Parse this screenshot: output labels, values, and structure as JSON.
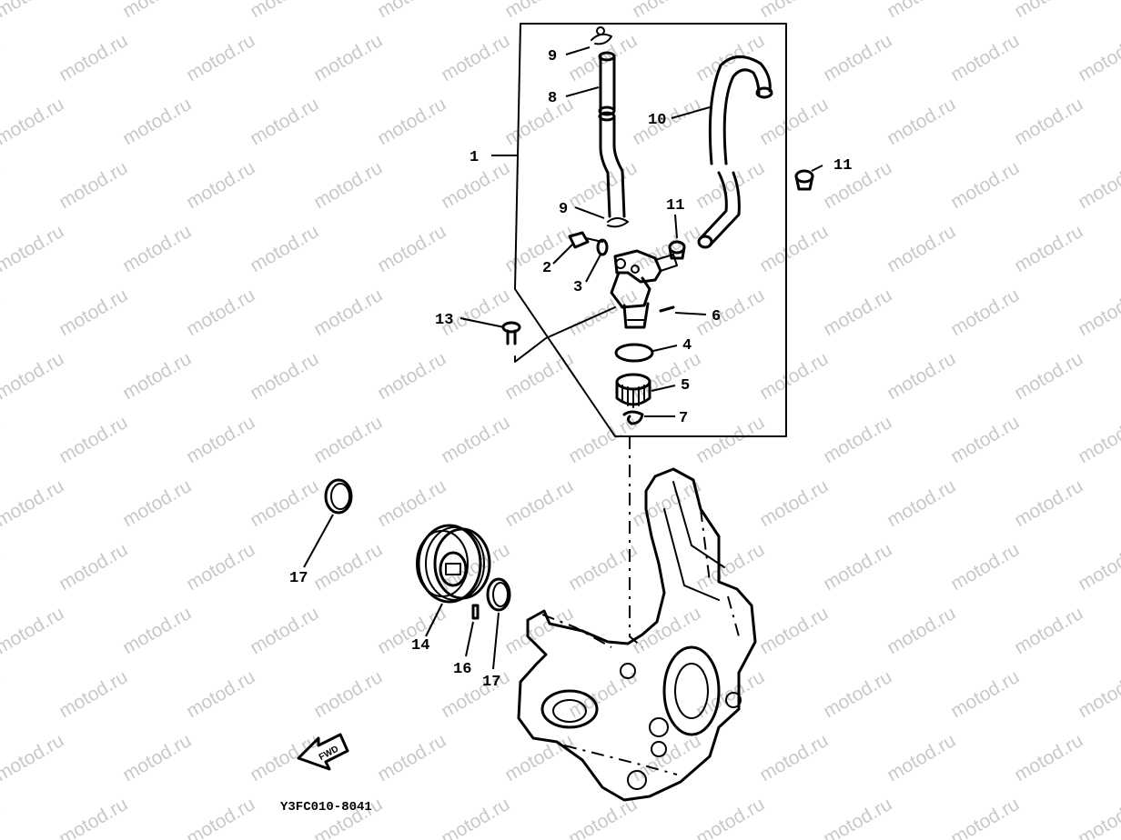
{
  "watermark": "motod.ru",
  "drawing_code": "Y3FC010-8041",
  "fwd_label": "FWD",
  "callouts": [
    {
      "id": "c1",
      "label": "1"
    },
    {
      "id": "c2",
      "label": "2"
    },
    {
      "id": "c3",
      "label": "3"
    },
    {
      "id": "c4",
      "label": "4"
    },
    {
      "id": "c5",
      "label": "5"
    },
    {
      "id": "c6",
      "label": "6"
    },
    {
      "id": "c7",
      "label": "7"
    },
    {
      "id": "c8",
      "label": "8"
    },
    {
      "id": "c9a",
      "label": "9"
    },
    {
      "id": "c9b",
      "label": "9"
    },
    {
      "id": "c10",
      "label": "10"
    },
    {
      "id": "c11a",
      "label": "11"
    },
    {
      "id": "c11b",
      "label": "11"
    },
    {
      "id": "c13",
      "label": "13"
    },
    {
      "id": "c14",
      "label": "14"
    },
    {
      "id": "c16",
      "label": "16"
    },
    {
      "id": "c17a",
      "label": "17"
    },
    {
      "id": "c17b",
      "label": "17"
    }
  ]
}
